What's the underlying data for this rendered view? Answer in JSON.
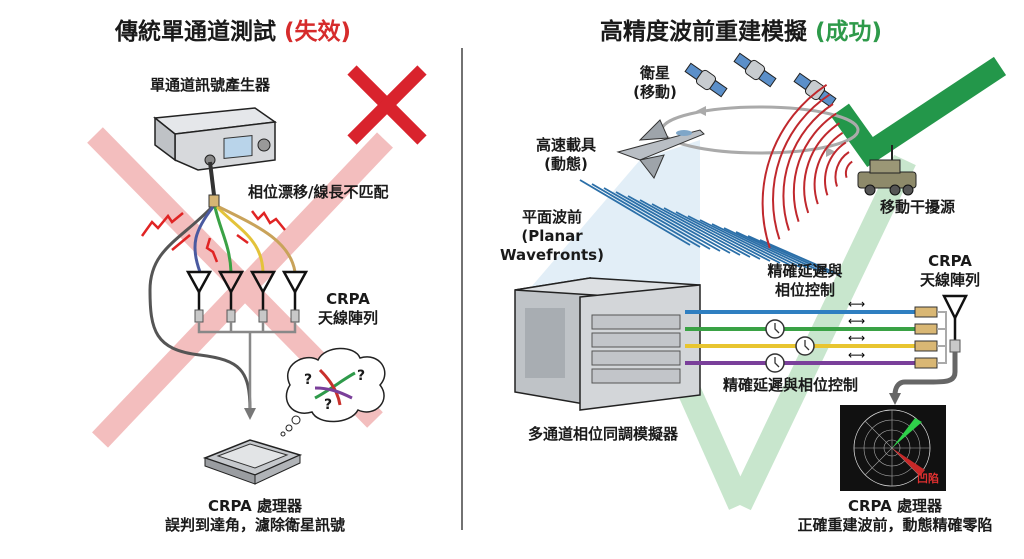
{
  "left_panel": {
    "title_main": "傳統單通道測試",
    "title_status": "(失效)",
    "status_color": "#d62b2b",
    "generator_label": "單通道訊號產生器",
    "drift_label": "相位漂移/線長不匹配",
    "antenna_label_line1": "CRPA",
    "antenna_label_line2": "天線陣列",
    "processor_label_line1": "CRPA 處理器",
    "processor_label_line2": "誤判到達角，濾除衛星訊號",
    "confusion_marks": [
      "?",
      "?",
      "?"
    ],
    "result_icon": "red-x-icon"
  },
  "right_panel": {
    "title_main": "高精度波前重建模擬",
    "title_status": "(成功)",
    "status_color": "#2e9a4a",
    "satellite_label_line1": "衛星",
    "satellite_label_line2": "(移動)",
    "vehicle_label_line1": "高速載具",
    "vehicle_label_line2": "(動態)",
    "wavefront_label_line1": "平面波前",
    "wavefront_label_line2": "(Planar",
    "wavefront_label_line3": "Wavefronts)",
    "jammer_label": "移動干擾源",
    "delay_label_top_line1": "精確延遲與",
    "delay_label_top_line2": "相位控制",
    "delay_label_bottom": "精確延遲與相位控制",
    "antenna_label_line1": "CRPA",
    "antenna_label_line2": "天線陣列",
    "simulator_label": "多通道相位同調模擬器",
    "radar_null_label": "凹陷",
    "processor_label_line1": "CRPA 處理器",
    "processor_label_line2": "正確重建波前，動態精確零陷",
    "channel_colors": [
      "#2f7fc1",
      "#3aa245",
      "#e8c530",
      "#7a3f9a"
    ],
    "result_icon": "green-check-icon"
  }
}
